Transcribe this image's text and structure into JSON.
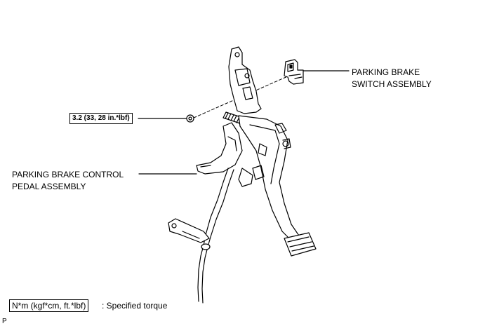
{
  "callouts": {
    "switch_line1": "PARKING BRAKE",
    "switch_line2": "SWITCH ASSEMBLY",
    "pedal_line1": "PARKING BRAKE CONTROL",
    "pedal_line2": "PEDAL ASSEMBLY",
    "torque": "3.2 (33, 28 in.*lbf)"
  },
  "legend": {
    "unit_box": "N*m (kgf*cm, ft.*lbf)",
    "description": ": Specified torque"
  },
  "corner_mark": "P",
  "colors": {
    "line": "#000000",
    "background": "#ffffff"
  }
}
